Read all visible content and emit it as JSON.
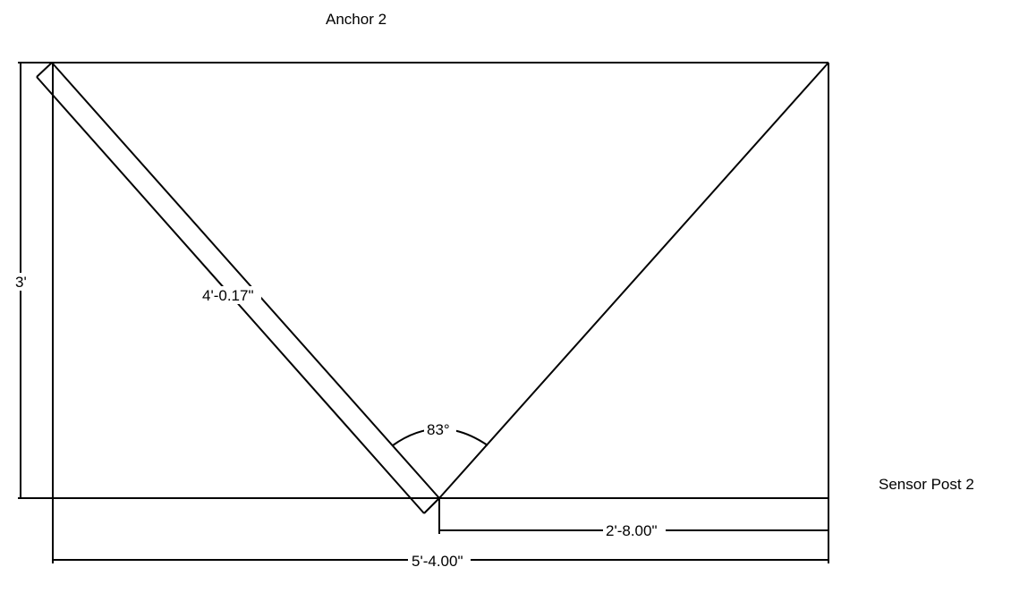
{
  "labels": {
    "anchor": "Anchor 2",
    "sensor_post": "Sensor Post 2",
    "height_dim": "3'",
    "diagonal_dim": "4'-0.17\"",
    "angle_dim": "83°",
    "right_offset_dim": "2'-8.00\"",
    "width_dim": "5'-4.00\""
  }
}
